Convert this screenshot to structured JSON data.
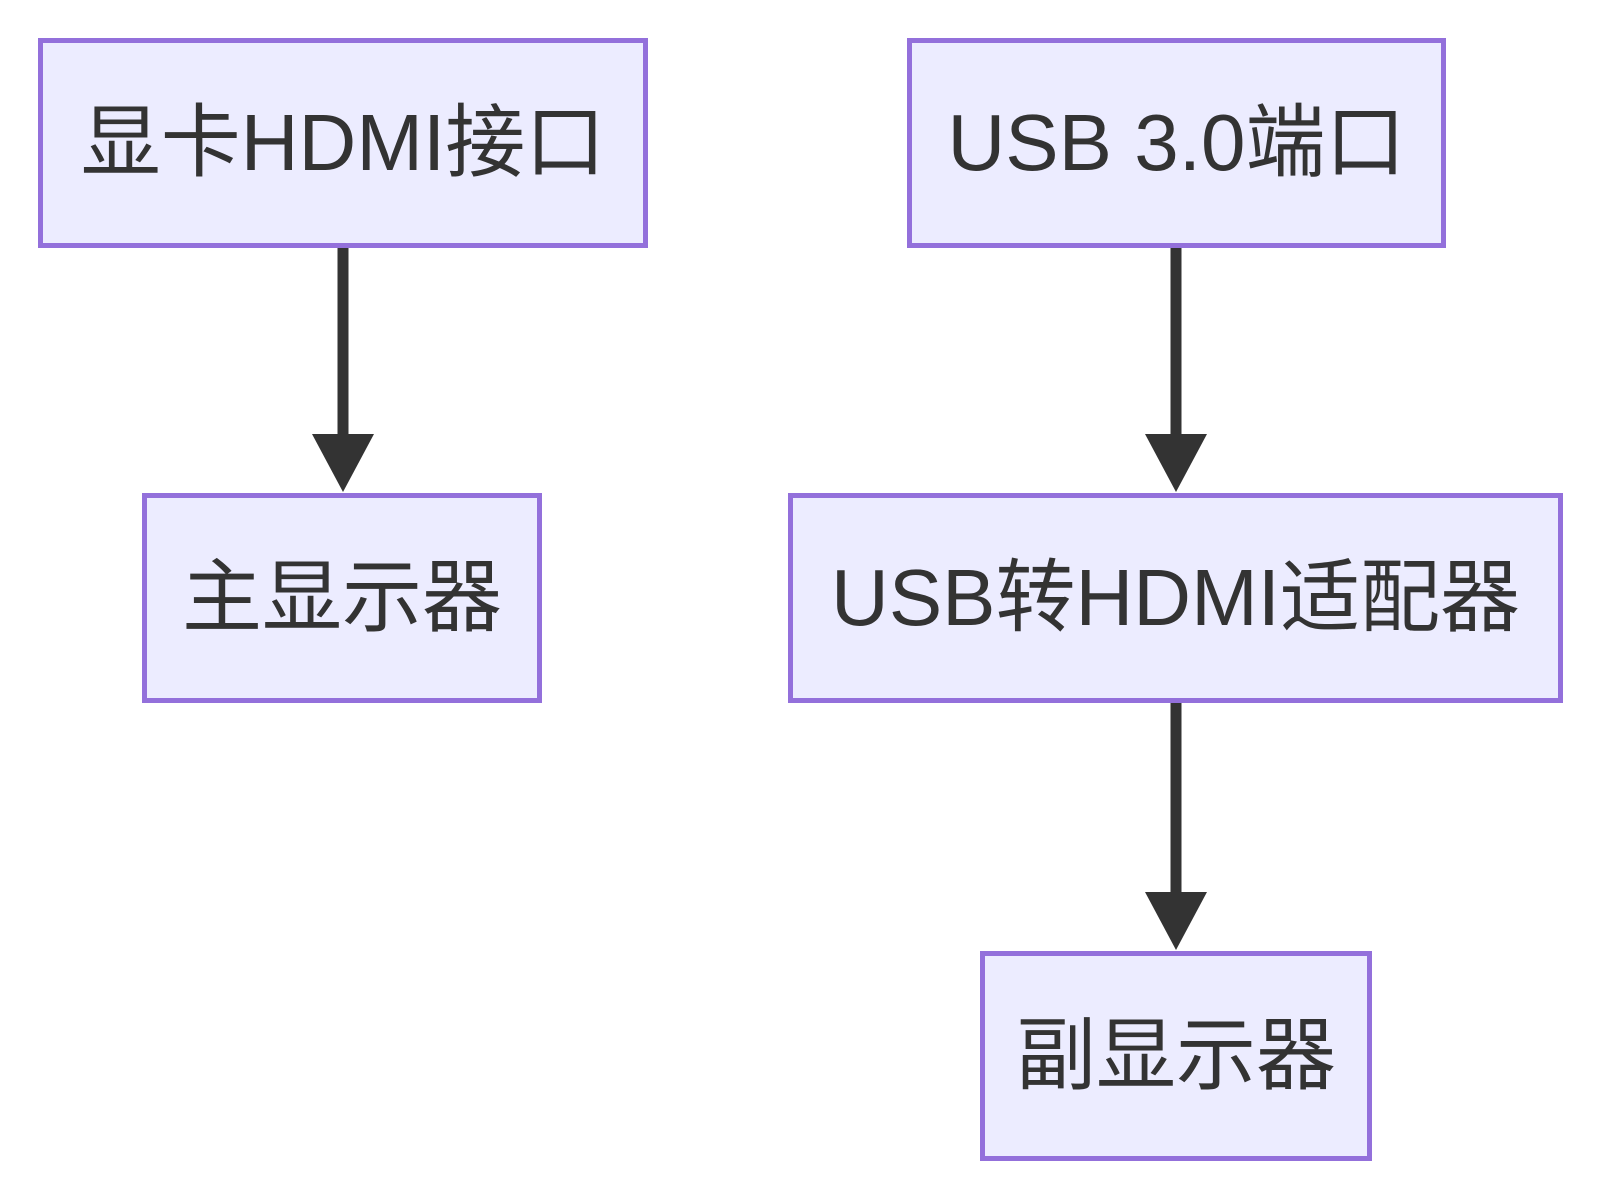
{
  "diagram": {
    "type": "flowchart",
    "orientation": "top-down",
    "nodes": [
      {
        "id": "gpu-hdmi-port",
        "label": "显卡HDMI接口"
      },
      {
        "id": "usb3-port",
        "label": "USB 3.0端口"
      },
      {
        "id": "main-monitor",
        "label": "主显示器"
      },
      {
        "id": "usb-hdmi-adapter",
        "label": "USB转HDMI适配器"
      },
      {
        "id": "secondary-monitor",
        "label": "副显示器"
      }
    ],
    "edges": [
      {
        "from": "显卡HDMI接口",
        "to": "主显示器"
      },
      {
        "from": "USB 3.0端口",
        "to": "USB转HDMI适配器"
      },
      {
        "from": "USB转HDMI适配器",
        "to": "副显示器"
      }
    ],
    "colors": {
      "node_fill": "#ECECFF",
      "node_border": "#9370DB",
      "node_text": "#333333",
      "arrow": "#333333",
      "background": "#FFFFFF"
    }
  }
}
